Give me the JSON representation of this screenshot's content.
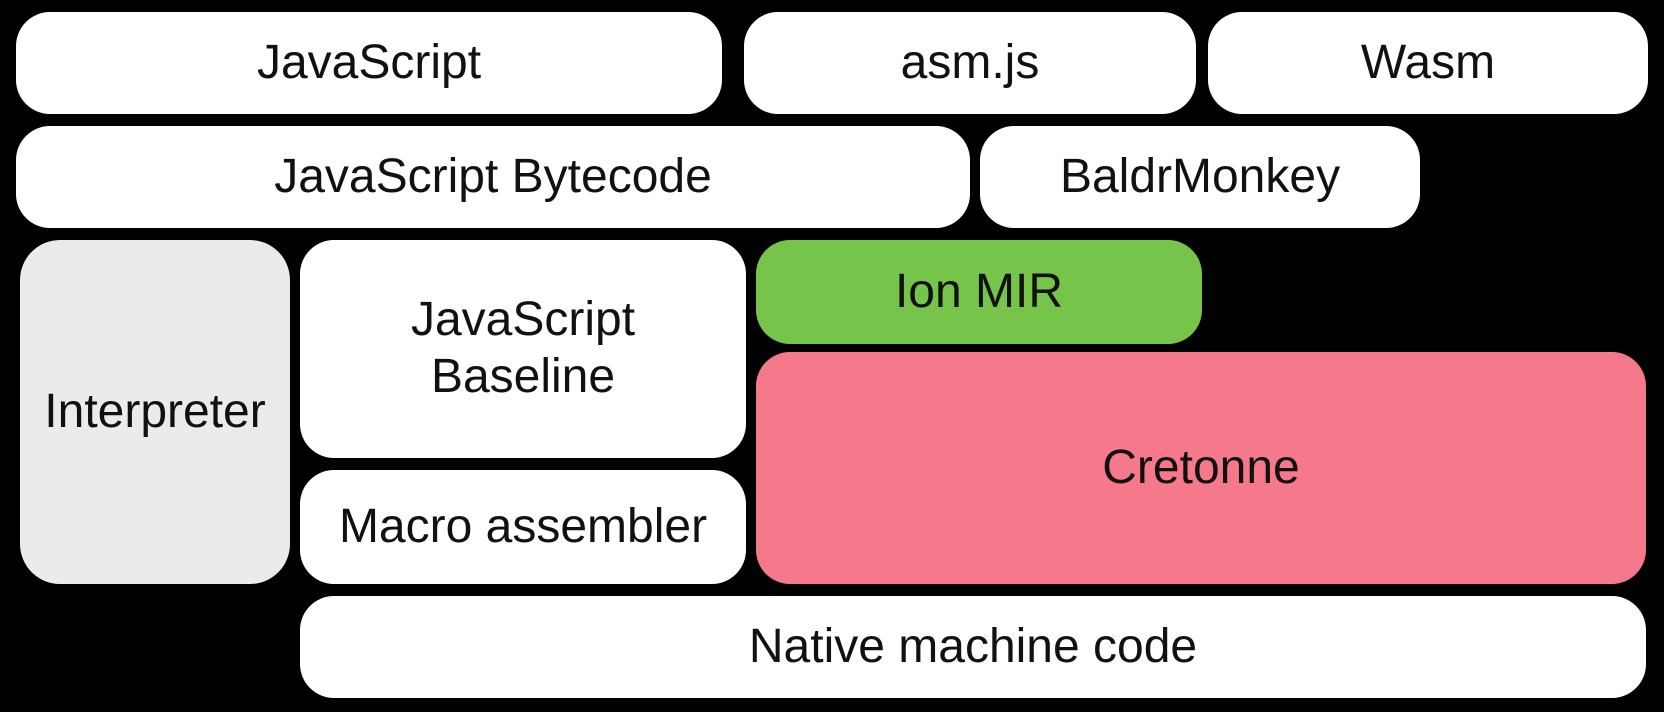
{
  "diagram": {
    "title": "SpiderMonkey compiler pipeline diagram",
    "background_color": "#000000",
    "text_color": "#111111",
    "colors": {
      "default_fill": "#ffffff",
      "interpreter_fill": "#ebebeb",
      "ion_mir_fill": "#77c44a",
      "cretonne_fill": "#f5798a"
    },
    "nodes": {
      "javascript": {
        "label": "JavaScript",
        "fill": "#ffffff"
      },
      "asmjs": {
        "label": "asm.js",
        "fill": "#ffffff"
      },
      "wasm": {
        "label": "Wasm",
        "fill": "#ffffff"
      },
      "bytecode": {
        "label": "JavaScript Bytecode",
        "fill": "#ffffff"
      },
      "baldrmonkey": {
        "label": "BaldrMonkey",
        "fill": "#ffffff"
      },
      "interpreter": {
        "label": "Interpreter",
        "fill": "#ebebeb"
      },
      "baseline": {
        "label": "JavaScript\nBaseline",
        "fill": "#ffffff"
      },
      "ionmir": {
        "label": "Ion MIR",
        "fill": "#77c44a"
      },
      "cretonne": {
        "label": "Cretonne",
        "fill": "#f5798a"
      },
      "macroassembler": {
        "label": "Macro assembler",
        "fill": "#ffffff"
      },
      "native": {
        "label": "Native machine code",
        "fill": "#ffffff"
      }
    }
  }
}
